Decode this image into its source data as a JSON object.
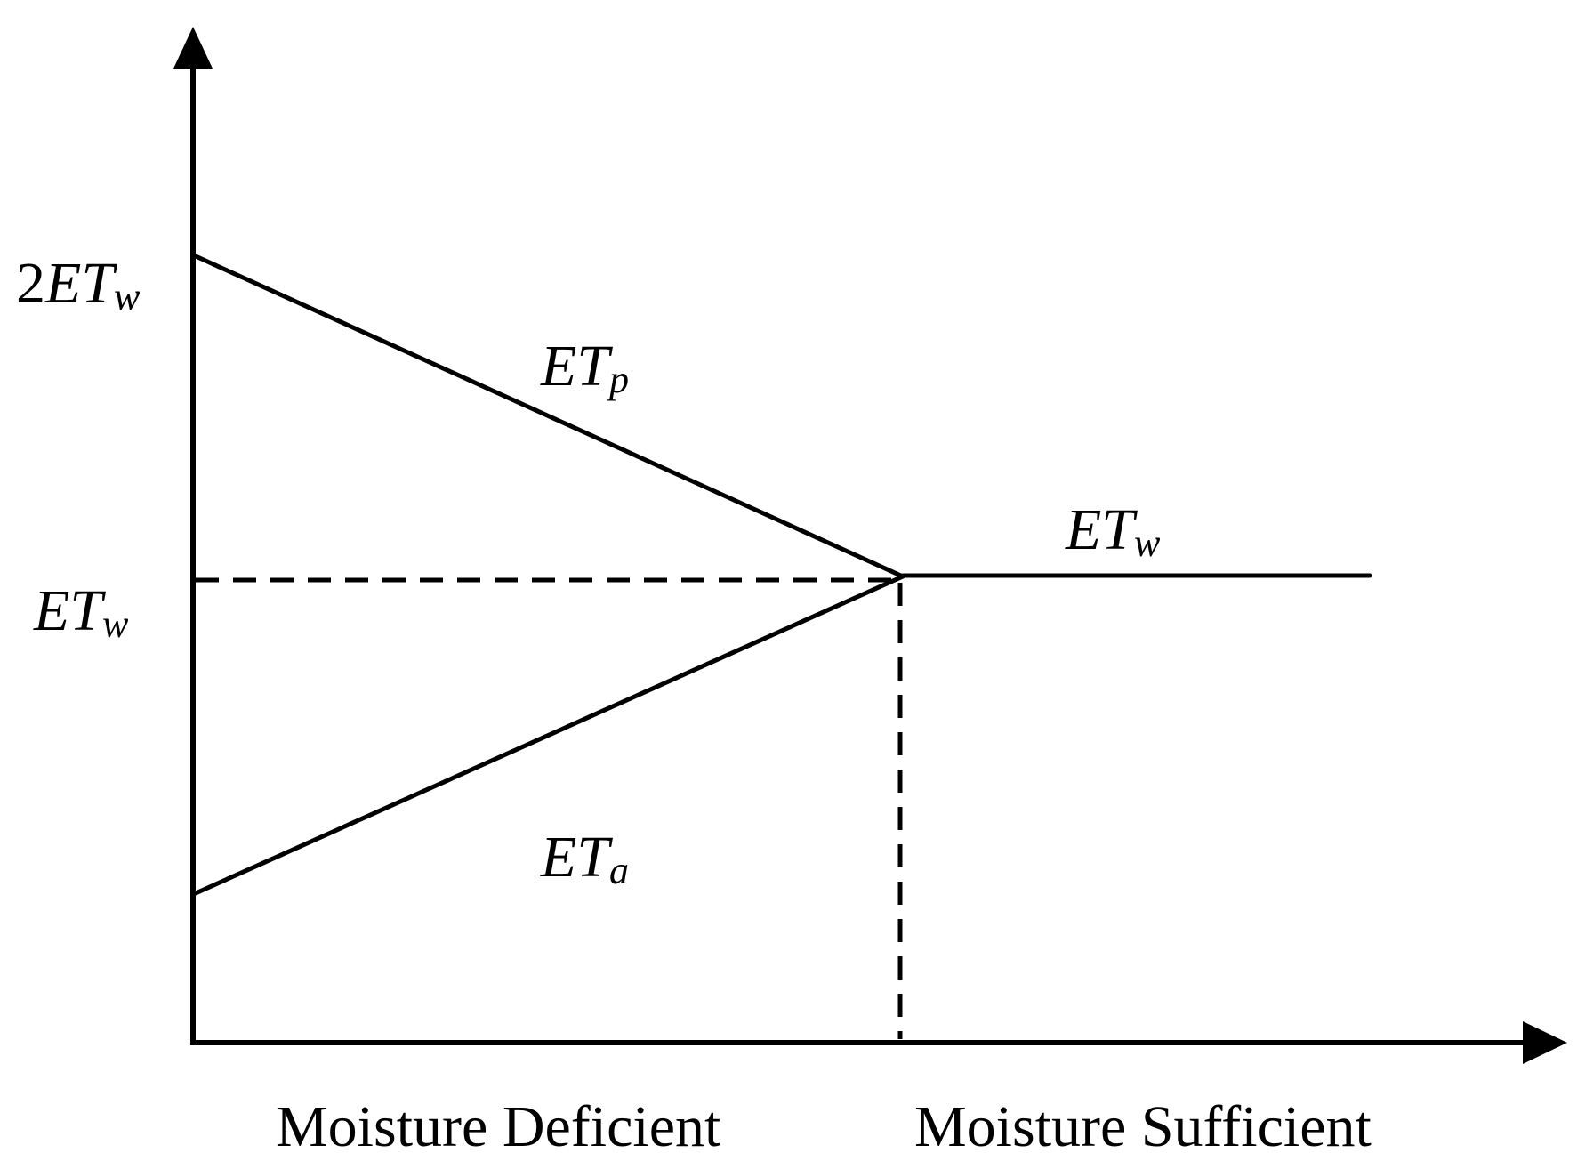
{
  "diagram": {
    "y_ticks": {
      "top": {
        "prefix": "2",
        "main": "ET",
        "sub": "w"
      },
      "mid": {
        "prefix": "",
        "main": "ET",
        "sub": "w"
      }
    },
    "curves": {
      "potential": {
        "main": "ET",
        "sub": "p"
      },
      "actual": {
        "main": "ET",
        "sub": "a"
      },
      "wet": {
        "main": "ET",
        "sub": "w"
      }
    },
    "x_regions": {
      "left": "Moisture Deficient",
      "right": "Moisture Sufficient"
    },
    "colors": {
      "ink": "#000000",
      "background": "#ffffff"
    }
  }
}
